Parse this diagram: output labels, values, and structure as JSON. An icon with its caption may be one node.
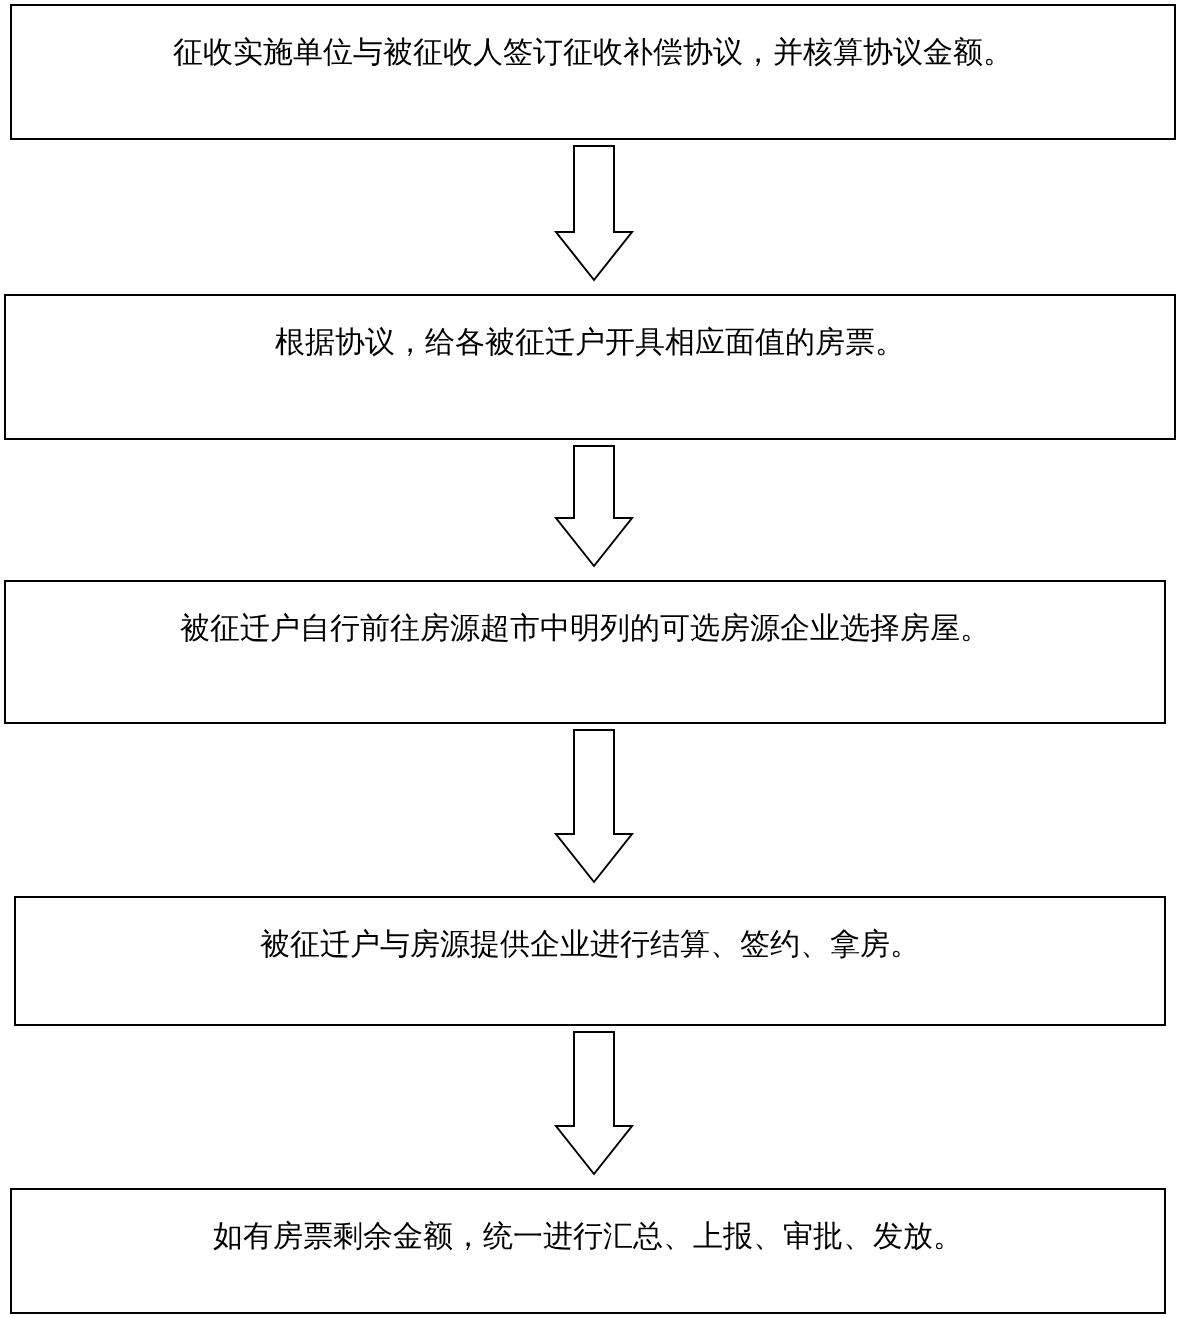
{
  "diagram": {
    "nodes": [
      {
        "text": [
          "征收实施单位与被征收人签订征收补偿协议，并核算协议金额。"
        ]
      },
      {
        "text": [
          "根据协议，给各被征迁户开具相应面值的房票。"
        ]
      },
      {
        "text": [
          "被征迁户自行前往房源超市中明列的可选房源企业选择房屋。"
        ]
      },
      {
        "text": [
          "被征迁户与房源提供企业进行结算、签约、拿房。"
        ]
      },
      {
        "text": [
          "如有房票剩余金额，统一进行汇总、上报、审批、发放。"
        ]
      }
    ],
    "edges": [
      {
        "from": 0,
        "to": 1,
        "arrow": "to"
      },
      {
        "from": 1,
        "to": 2,
        "arrow": "to"
      },
      {
        "from": 2,
        "to": 3,
        "arrow": "to"
      },
      {
        "from": 3,
        "to": 4,
        "arrow": "to"
      }
    ]
  }
}
